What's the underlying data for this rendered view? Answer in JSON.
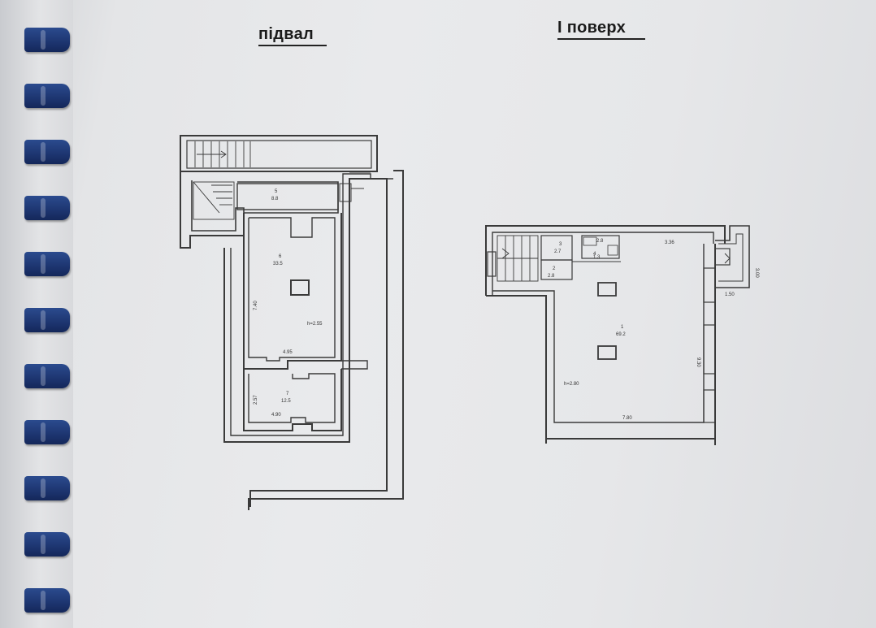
{
  "titles": {
    "basement": "підвал",
    "first_floor": "І поверх"
  },
  "basement": {
    "rooms": [
      {
        "number": "5",
        "area": "8.8"
      },
      {
        "number": "6",
        "area": "33.5"
      },
      {
        "number": "7",
        "area": "12.5"
      }
    ],
    "dimensions": {
      "length_left": "7.40",
      "width_mid": "4.95",
      "width_bottom": "4.90",
      "room7_side": "2.57",
      "height": "h=2.55"
    }
  },
  "first_floor": {
    "rooms": [
      {
        "number": "1",
        "area": "69.2"
      },
      {
        "number": "2",
        "area": "2.8"
      },
      {
        "number": "3",
        "area": "2.7"
      },
      {
        "number": "4",
        "area": "1.3"
      }
    ],
    "extra_labels": {
      "wc": "2.8"
    },
    "dimensions": {
      "top": "3.36",
      "right": "9.30",
      "bottom": "7.80",
      "height": "h=2.80",
      "porch_side": "3.00",
      "porch_bottom": "1.50"
    }
  },
  "colors": {
    "paper": "#e8e9eb",
    "wall": "#3a3a3a",
    "rings": "#1d3570"
  }
}
